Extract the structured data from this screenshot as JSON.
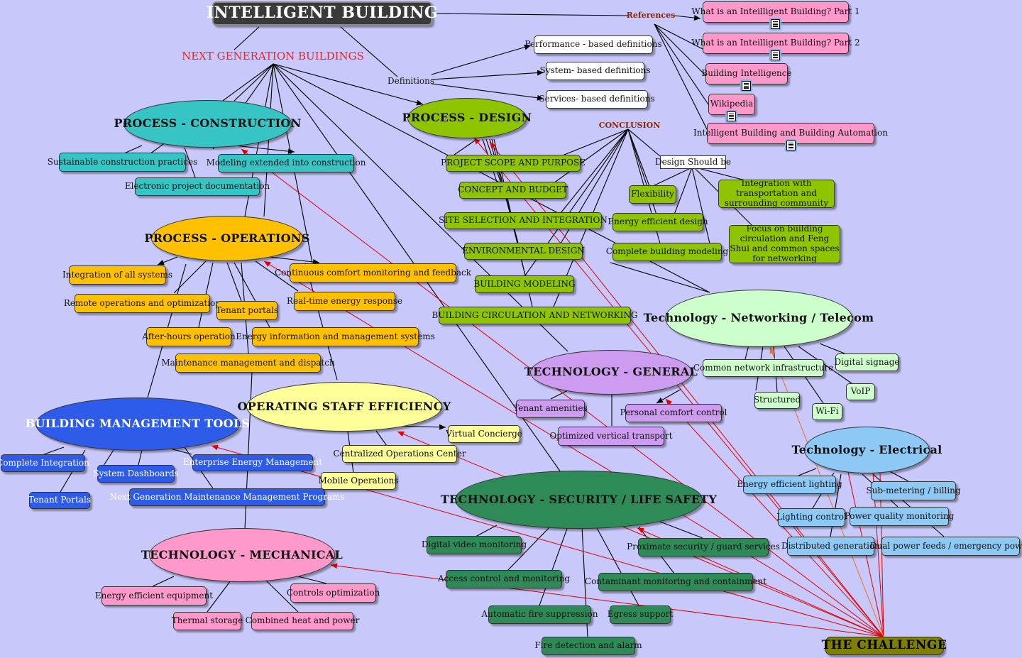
{
  "root": {
    "title": "INTELLIGENT BUILDING",
    "challenge": "THE CHALLENGE"
  },
  "labels": {
    "next_generation": "NEXT GENERATION BUILDINGS",
    "definitions": "Definitions",
    "references": "References",
    "conclusion": "CONCLUSION"
  },
  "definitions": [
    "Performance - based definitions",
    "System- based definitions",
    "Services- based definitions"
  ],
  "references": [
    "What is an Inteilligent Building? Part 1",
    "What is an Inteilligent Building? Part 2",
    "Building Intelligence",
    "Wikipedia",
    "Intelligent Building and Building Automation"
  ],
  "construction": {
    "title": "PROCESS - CONSTRUCTION",
    "items": [
      "Sustainable construction practices",
      "Modeling extended into construction",
      "Electronic project documentation"
    ]
  },
  "design": {
    "title": "PROCESS - DESIGN",
    "items": [
      "PROJECT SCOPE AND PURPOSE",
      "CONCEPT AND BUDGET",
      "SITE SELECTION AND INTEGRATION",
      "ENVIRONMENTAL DESIGN",
      "BUILDING MODELING",
      "BUILDING CIRCULATION AND NETWORKING"
    ]
  },
  "conclusion": {
    "design_should_be": "Design Should be",
    "items": [
      "Flexibility",
      "Integration with transportation and surrounding community",
      "Energy efficient design",
      "Complete building modeling",
      "Focus on building circulation and Feng Shui and common spaces for networking"
    ]
  },
  "operations": {
    "title": "PROCESS - OPERATIONS",
    "items": [
      "Integration of all systems",
      "Continuous comfort monitoring and feedback",
      "Remote operations and optimization",
      "Tenant portals",
      "Real-time energy response",
      "After-hours operation",
      "Energy information and management systems",
      "Maintenance management and dispatch"
    ]
  },
  "network": {
    "title": "Technology - Networking / Telecom",
    "items": [
      "Common network infrastructure",
      "Digital signage",
      "VoIP",
      "Structured",
      "Wi-Fi"
    ]
  },
  "general": {
    "title": "TECHNOLOGY - GENERAL",
    "items": [
      "Tenant amenities",
      "Personal comfort control",
      "Optimized vertical transport"
    ]
  },
  "electrical": {
    "title": "Technology - Electrical",
    "items": [
      "Energy efficient lighting",
      "Sub-metering / billing",
      "Lighting control",
      "Power quality monitoring",
      "Distributed generation",
      "Dual power feeds / emergency power"
    ]
  },
  "bmt": {
    "title": "BUILDING MANAGEMENT TOOLS",
    "items": [
      "Complete Integration",
      "System Dashboards",
      "Enterprise Energy Management",
      "Tenant Portals",
      "Next Generation Maintenance Management Programs"
    ]
  },
  "staff": {
    "title": "OPERATING STAFF EFFICIENCY",
    "items": [
      "Virtual Concierge",
      "Centralized Operations Center",
      "Mobile Operations"
    ]
  },
  "security": {
    "title": "TECHNOLOGY - SECURITY / LIFE SAFETY",
    "items": [
      "Digital video monitoring",
      "Proximate security / guard services",
      "Access control and monitoring",
      "Contaminant monitoring and containment",
      "Automatic fire suppression",
      "Egress support",
      "Fire detection and alarm"
    ]
  },
  "mechanical": {
    "title": "TECHNOLOGY - MECHANICAL",
    "items": [
      "Energy efficient equipment",
      "Controls optimization",
      "Thermal storage",
      "Combined heat and power"
    ]
  },
  "colors": {
    "background": "#c8c8fa",
    "construction": "#37c4c4",
    "operations": "#ffc000",
    "design": "#8fc400",
    "general": "#cd9cf0",
    "networking": "#ccffcc",
    "electrical": "#8ec8f5",
    "security": "#2e8b57",
    "management_tools": "#2e5bea",
    "staff_efficiency": "#ffff99",
    "mechanical": "#ff99cc",
    "references": "#ff99cc",
    "challenge": "#808000",
    "challenge_links": "#e00000"
  },
  "icons": {
    "reference_link": "document-icon"
  }
}
